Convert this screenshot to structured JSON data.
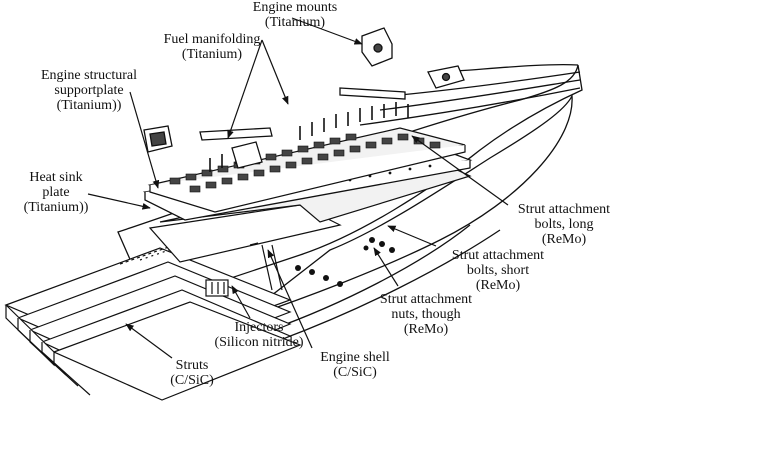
{
  "labels": {
    "engine_mounts": [
      "Engine mounts",
      "(Titanium)"
    ],
    "fuel_manifolding": [
      "Fuel manifolding",
      "(Titanium)"
    ],
    "engine_structural_supportplate": [
      "Engine structural",
      "supportplate",
      "(Titanium))"
    ],
    "heat_sink_plate": [
      "Heat sink",
      "plate",
      "(Titanium))"
    ],
    "strut_attachment_bolts_long": [
      "Strut attachment",
      "bolts, long",
      "(ReMo)"
    ],
    "strut_attachment_bolts_short": [
      "Strut attachment",
      "bolts, short",
      "(ReMo)"
    ],
    "strut_attachment_nuts": [
      "Strut attachment",
      "nuts, though",
      "(ReMo)"
    ],
    "injectors": [
      "Injectors",
      "(Silicon nitride)"
    ],
    "engine_shell": [
      "Engine shell",
      "(C/SiC)"
    ],
    "struts": [
      "Struts",
      "(C/SiC)"
    ]
  },
  "colors": {
    "ink": "#111111",
    "background": "#ffffff",
    "part_fill": "#f2f2f2",
    "dark_fill": "#444444"
  }
}
